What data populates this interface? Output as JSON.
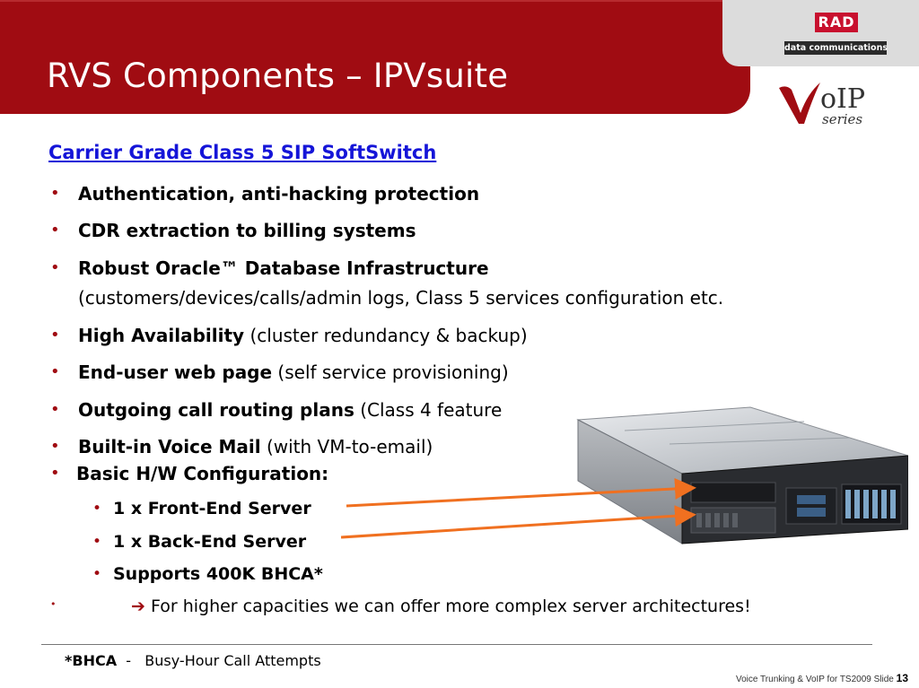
{
  "slide": {
    "title": "RVS Components – IPVsuite",
    "logo_rad": "RAD",
    "logo_datacomm": "data communications",
    "voip_logo": {
      "oIP": "oIP",
      "series": "series"
    }
  },
  "content": {
    "heading": "Carrier Grade Class 5 SIP SoftSwitch",
    "bullets": [
      {
        "bold": "Authentication, anti-hacking protection",
        "rest": ""
      },
      {
        "bold": "CDR extraction to billing systems",
        "rest": ""
      },
      {
        "bold": "Robust Oracle™ Database Infrastructure",
        "rest": "",
        "line2": "(customers/devices/calls/admin logs, Class 5 services configuration etc."
      },
      {
        "bold": "High Availability",
        "rest": " (cluster redundancy & backup)"
      },
      {
        "bold": "End-user web page",
        "rest": " (self service provisioning)"
      },
      {
        "bold": "Outgoing call routing plans",
        "rest": " (Class 4 feature"
      },
      {
        "bold": "Built-in Voice Mail",
        "rest": " (with VM-to-email)"
      },
      {
        "bold": "Basic H/W Configuration:",
        "rest": ""
      }
    ],
    "sub_bullets": [
      "1 x Front-End Server",
      "1 x Back-End Server",
      "Supports 400K BHCA*"
    ],
    "arrow_glyph": "➔",
    "arrow_text": " For higher capacities we can offer more complex server architectures!"
  },
  "footer": {
    "note_term": "*BHCA",
    "note_sep": "  -   ",
    "note_def": "Busy-Hour Call Attempts",
    "event": "Voice Trunking & VoIP for TS2009  Slide ",
    "slide_number": "13"
  },
  "colors": {
    "banner": "#a00c12",
    "heading": "#1515d8",
    "arrow_lines": "#f07020"
  }
}
